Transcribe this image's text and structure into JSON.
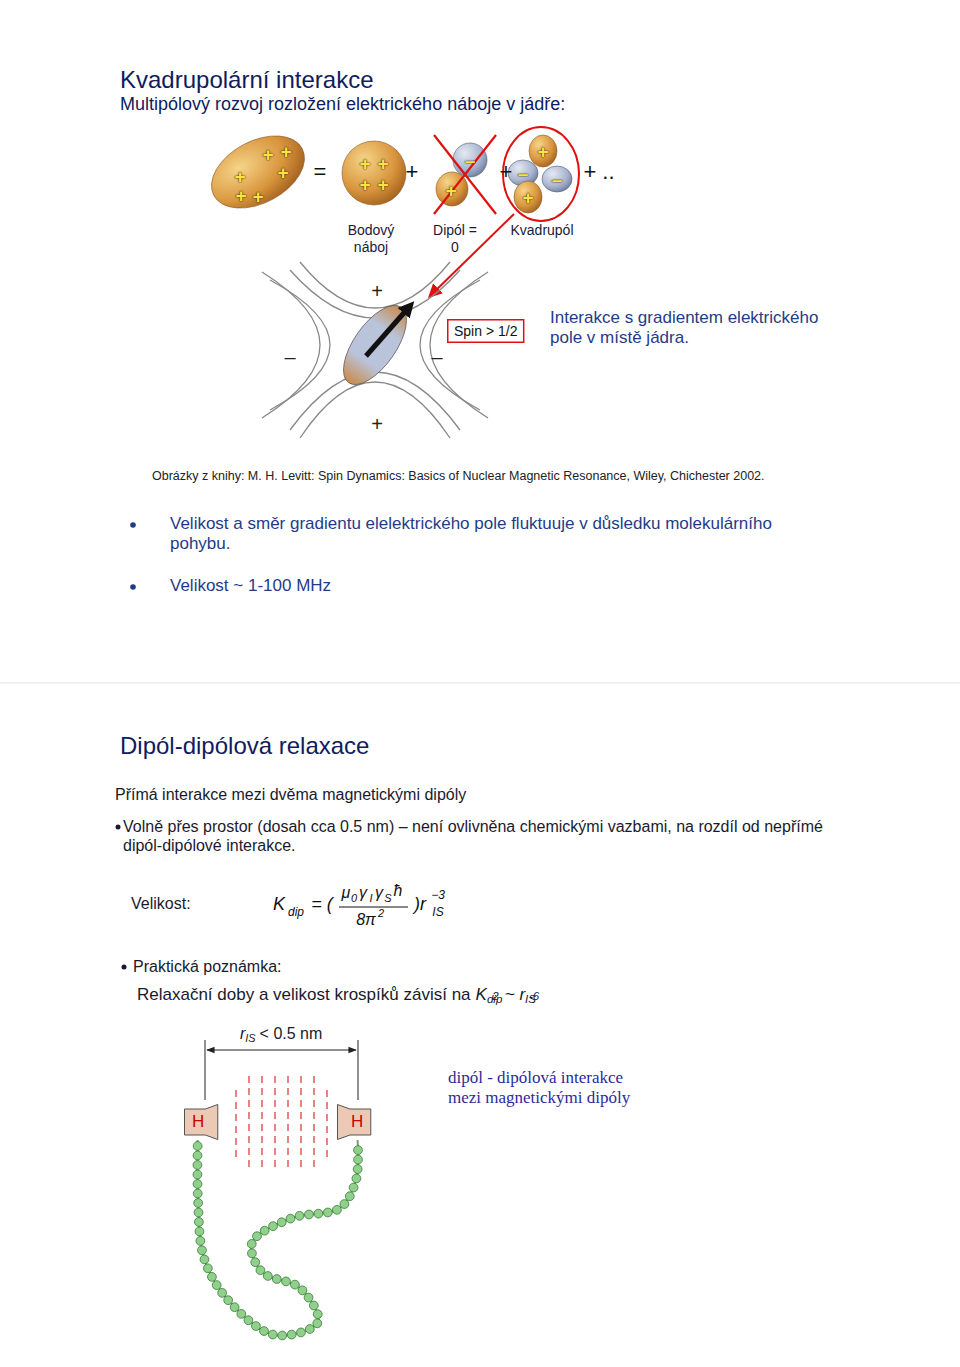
{
  "diagram": {
    "title": "Kvadrupolární interakce",
    "nodes": [
      {
        "text": [
          "Spin > 1/2"
        ]
      },
      {
        "text": [
          "H"
        ]
      },
      {
        "text": [
          "H"
        ]
      }
    ],
    "edges": [
      {
        "from": 1,
        "to": 2,
        "arrow": "none"
      }
    ],
    "labels": [
      "Multipólový rozvoj rozložení elektrického náboje v jádře:",
      "+",
      "+",
      "+",
      "+",
      "+",
      "+",
      "=",
      "+",
      "+",
      "+",
      "+",
      "+",
      "–",
      "+",
      "+",
      "+",
      "–",
      "–",
      "+",
      "+ ..",
      "Bodový náboj",
      "Dipól = 0",
      "Kvadrupól",
      "+",
      "–",
      "–",
      "+",
      "Interakce s gradientem elektrického pole v místě jádra.",
      "Obrázky z knihy: M. H. Levitt: Spin Dynamics: Basics of Nuclear Magnetic Resonance, Wiley, Chichester 2002.",
      "Velikost a směr gradientu elelektrického pole fluktuuje v důsledku molekulárního pohybu.",
      "Velikost ~ 1-100 MHz",
      "Dipól-dipólová relaxace",
      "Přímá interakce mezi dvěma magnetickými dipóly",
      "Volně přes prostor (dosah cca 0.5 nm) – není ovlivněna chemickými vazbami, na rozdíl od nepřímé dipól-dipólové interakce.",
      "Velikost:",
      "K",
      "dip",
      "= (",
      "μ",
      "0",
      "γ",
      "I",
      "γ",
      "S",
      "ħ",
      "8π",
      "2",
      ")r",
      "IS",
      "−3",
      "Praktická poznámka:",
      "Relaxační doby a velikost krospíků závisí na",
      "K",
      "dip",
      "2",
      "~ r",
      "IS",
      "-6",
      "r",
      "IS",
      "< 0.5 nm",
      "dipól - dipólová interakce mezi magnetickými dipóly"
    ]
  }
}
